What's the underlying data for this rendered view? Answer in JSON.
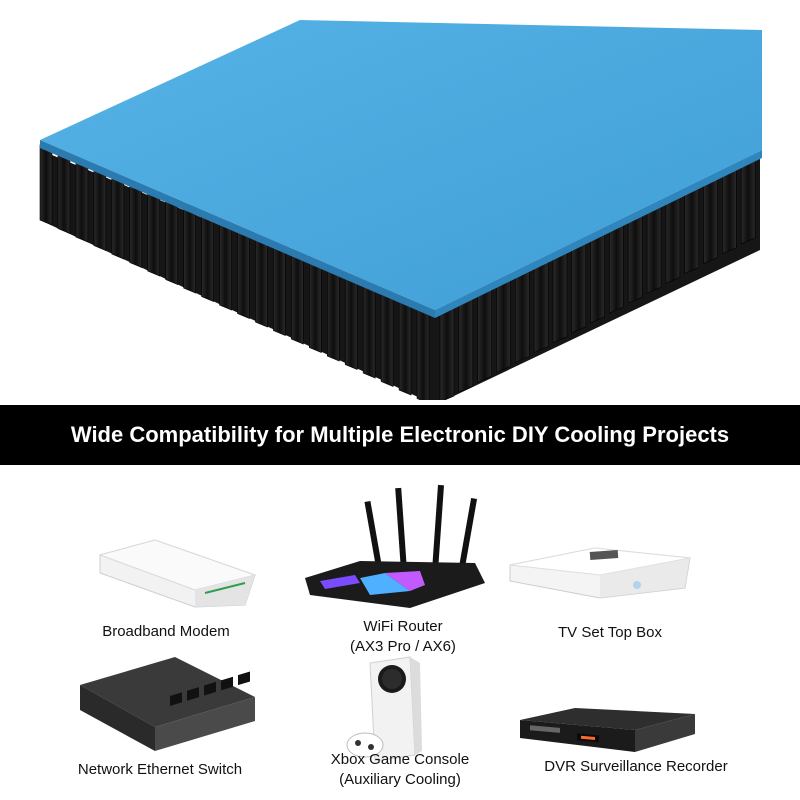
{
  "banner": {
    "title": "Wide Compatibility for Multiple Electronic DIY Cooling Projects"
  },
  "devices": [
    {
      "name": "broadband-modem",
      "label_line1": "Broadband Modem",
      "label_line2": ""
    },
    {
      "name": "wifi-router",
      "label_line1": "WiFi Router",
      "label_line2": "(AX3 Pro / AX6)"
    },
    {
      "name": "tv-set-top-box",
      "label_line1": "TV Set Top Box",
      "label_line2": ""
    },
    {
      "name": "network-switch",
      "label_line1": "Network Ethernet Switch",
      "label_line2": ""
    },
    {
      "name": "xbox-console",
      "label_line1": "Xbox Game Console",
      "label_line2": "(Auxiliary Cooling)"
    },
    {
      "name": "dvr-recorder",
      "label_line1": "DVR Surveillance Recorder",
      "label_line2": ""
    }
  ],
  "colors": {
    "pad_blue": "#4aa8df",
    "heatsink_black": "#1a1a1a",
    "banner_bg": "#000000",
    "banner_text": "#ffffff"
  }
}
